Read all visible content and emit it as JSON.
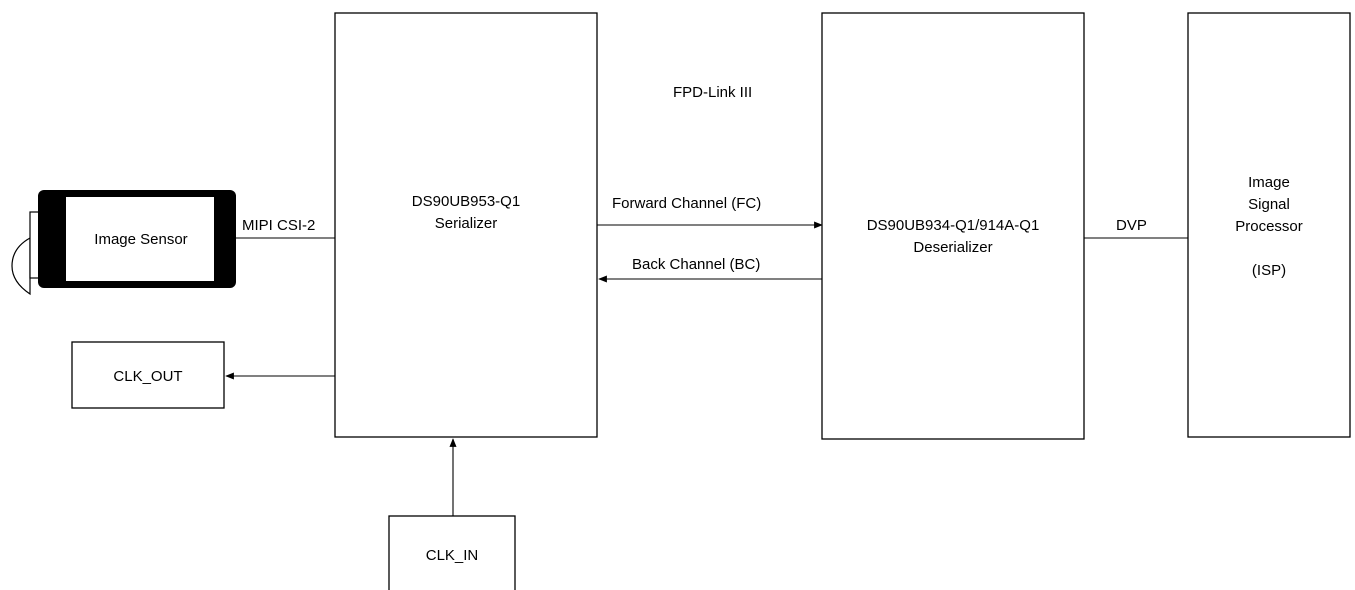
{
  "blocks": {
    "image_sensor": "Image Sensor",
    "serializer": {
      "line1": "DS90UB953-Q1",
      "line2": "Serializer"
    },
    "deserializer": {
      "line1": "DS90UB934-Q1/914A-Q1",
      "line2": "Deserializer"
    },
    "isp": {
      "line1": "Image",
      "line2": "Signal",
      "line3": "Processor",
      "line4": "(ISP)"
    },
    "clk_out": "CLK_OUT",
    "clk_in": "CLK_IN"
  },
  "signals": {
    "mipi": "MIPI CSI-2",
    "fpd_link": "FPD-Link III",
    "forward_channel": "Forward Channel (FC)",
    "back_channel": "Back Channel (BC)",
    "dvp": "DVP"
  }
}
